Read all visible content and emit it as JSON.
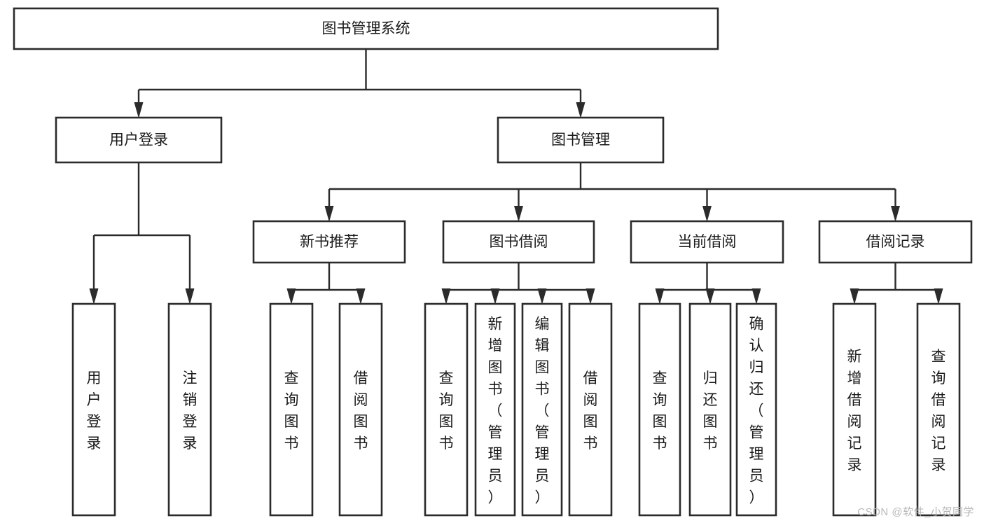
{
  "diagram": {
    "type": "tree",
    "title": "图书管理系统",
    "orientation": "top-down",
    "colors": {
      "box_border": "#2b2b2b",
      "box_fill": "#ffffff",
      "connector": "#2b2b2b",
      "text": "#1a1a1a",
      "background": "#ffffff",
      "watermark": "#b8b8b8"
    },
    "levels": [
      {
        "level": 1,
        "nodes": [
          {
            "id": "root",
            "label": "图书管理系统",
            "orientation": "horizontal"
          }
        ]
      },
      {
        "level": 2,
        "nodes": [
          {
            "id": "login",
            "label": "用户登录",
            "orientation": "horizontal",
            "parent": "root"
          },
          {
            "id": "bookmgmt",
            "label": "图书管理",
            "orientation": "horizontal",
            "parent": "root"
          }
        ]
      },
      {
        "level": 3,
        "nodes": [
          {
            "id": "newbook",
            "label": "新书推荐",
            "orientation": "horizontal",
            "parent": "bookmgmt"
          },
          {
            "id": "borrow",
            "label": "图书借阅",
            "orientation": "horizontal",
            "parent": "bookmgmt"
          },
          {
            "id": "current",
            "label": "当前借阅",
            "orientation": "horizontal",
            "parent": "bookmgmt"
          },
          {
            "id": "records",
            "label": "借阅记录",
            "orientation": "horizontal",
            "parent": "bookmgmt"
          }
        ]
      },
      {
        "level": 4,
        "nodes": [
          {
            "id": "leaf-1",
            "label": "用户登录",
            "orientation": "vertical",
            "parent": "login"
          },
          {
            "id": "leaf-2",
            "label": "注销登录",
            "orientation": "vertical",
            "parent": "login"
          },
          {
            "id": "leaf-3",
            "label": "查询图书",
            "orientation": "vertical",
            "parent": "newbook"
          },
          {
            "id": "leaf-4",
            "label": "借阅图书",
            "orientation": "vertical",
            "parent": "newbook"
          },
          {
            "id": "leaf-5",
            "label": "查询图书",
            "orientation": "vertical",
            "parent": "borrow"
          },
          {
            "id": "leaf-6",
            "label": "新增图书（管理员）",
            "orientation": "vertical",
            "parent": "borrow"
          },
          {
            "id": "leaf-7",
            "label": "编辑图书（管理员）",
            "orientation": "vertical",
            "parent": "borrow"
          },
          {
            "id": "leaf-8",
            "label": "借阅图书",
            "orientation": "vertical",
            "parent": "borrow"
          },
          {
            "id": "leaf-9",
            "label": "查询图书",
            "orientation": "vertical",
            "parent": "current"
          },
          {
            "id": "leaf-10",
            "label": "归还图书",
            "orientation": "vertical",
            "parent": "current"
          },
          {
            "id": "leaf-11",
            "label": "确认归还（管理员）",
            "orientation": "vertical",
            "parent": "current"
          },
          {
            "id": "leaf-12",
            "label": "新增借阅记录",
            "orientation": "vertical",
            "parent": "records"
          },
          {
            "id": "leaf-13",
            "label": "查询借阅记录",
            "orientation": "vertical",
            "parent": "records"
          }
        ]
      }
    ]
  },
  "watermark": {
    "text": "CSDN @软件_小贺同学"
  }
}
